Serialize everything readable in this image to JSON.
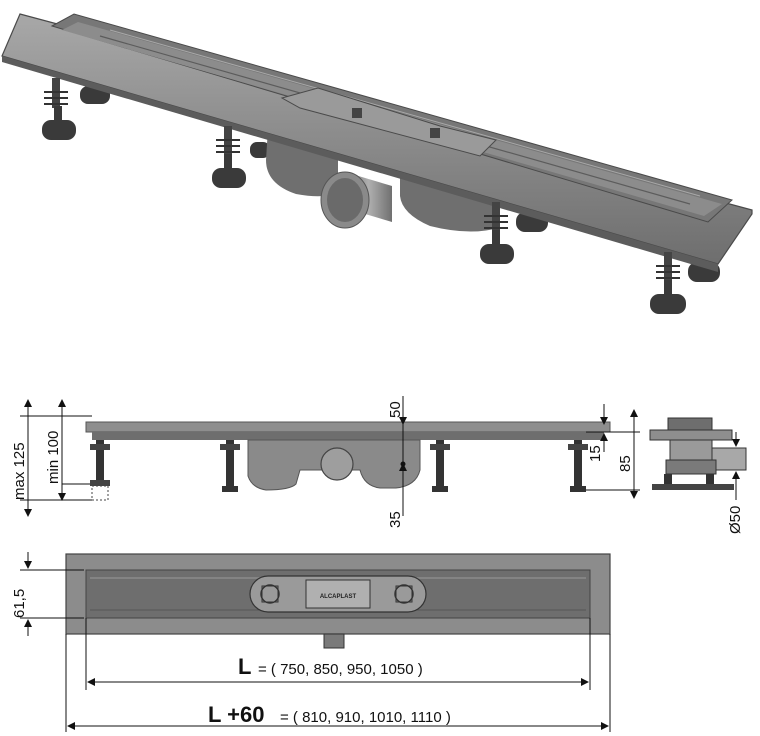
{
  "dims": {
    "side_50": "50",
    "side_35": "35",
    "side_15": "15",
    "side_85": "85",
    "side_max125": "max 125",
    "side_min100": "min 100",
    "end_d50": "Ø50",
    "top_615": "61,5"
  },
  "length": {
    "symbol": "L",
    "values": "= ( 750, 850, 950, 1050 )"
  },
  "length_plus": {
    "symbol": "L +60",
    "values": "= ( 810, 910, 1010, 1110 )"
  },
  "brand": "ALCAPLAST",
  "colors": {
    "body": "#8e8e8e",
    "body_dark": "#5a5a5a",
    "body_light": "#b4b4b4",
    "foot": "#3a3a3a",
    "line": "#111111"
  }
}
